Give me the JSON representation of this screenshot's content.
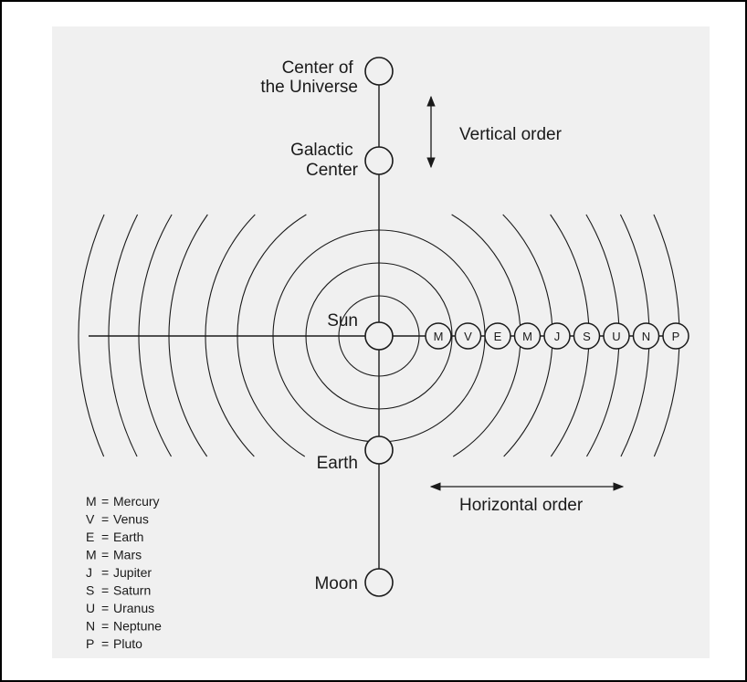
{
  "colors": {
    "ink": "#1a1a1a",
    "panel": "#f0f0f0",
    "frame": "#000000"
  },
  "vertical_nodes": {
    "universe": [
      "Center of",
      "the Universe"
    ],
    "galactic": [
      "Galactic",
      "Center"
    ],
    "sun": "Sun",
    "earth": "Earth",
    "moon": "Moon"
  },
  "annotations": {
    "vertical": "Vertical order",
    "horizontal": "Horizontal order"
  },
  "planets": [
    "M",
    "V",
    "E",
    "M",
    "J",
    "S",
    "U",
    "N",
    "P"
  ],
  "legend": [
    {
      "key": "M",
      "sep": "=",
      "name": "Mercury"
    },
    {
      "key": "V",
      "sep": "=",
      "name": "Venus"
    },
    {
      "key": "E",
      "sep": "=",
      "name": "Earth"
    },
    {
      "key": "M",
      "sep": "=",
      "name": "Mars"
    },
    {
      "key": "J",
      "sep": "=",
      "name": "Jupiter"
    },
    {
      "key": "S",
      "sep": "=",
      "name": "Saturn"
    },
    {
      "key": "U",
      "sep": "=",
      "name": "Uranus"
    },
    {
      "key": "N",
      "sep": "=",
      "name": "Neptune"
    },
    {
      "key": "P",
      "sep": "=",
      "name": "Pluto"
    }
  ]
}
